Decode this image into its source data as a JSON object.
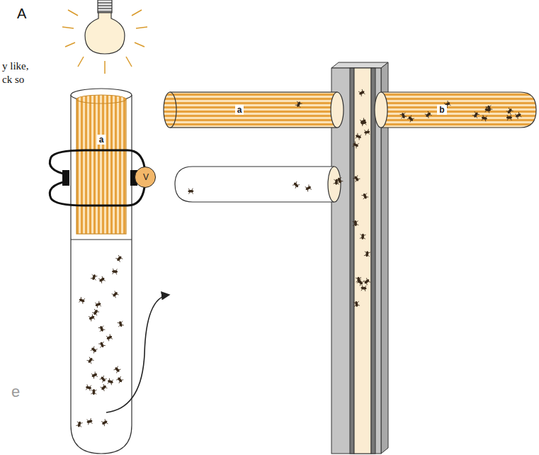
{
  "diagram": {
    "nodes": [
      {
        "text": [
          "a"
        ]
      },
      {
        "text": [
          "V"
        ]
      },
      {
        "text": [
          "a"
        ]
      },
      {
        "text": [
          "b"
        ]
      }
    ],
    "labels": [
      "A",
      "y like,",
      "ck so",
      "e"
    ]
  }
}
